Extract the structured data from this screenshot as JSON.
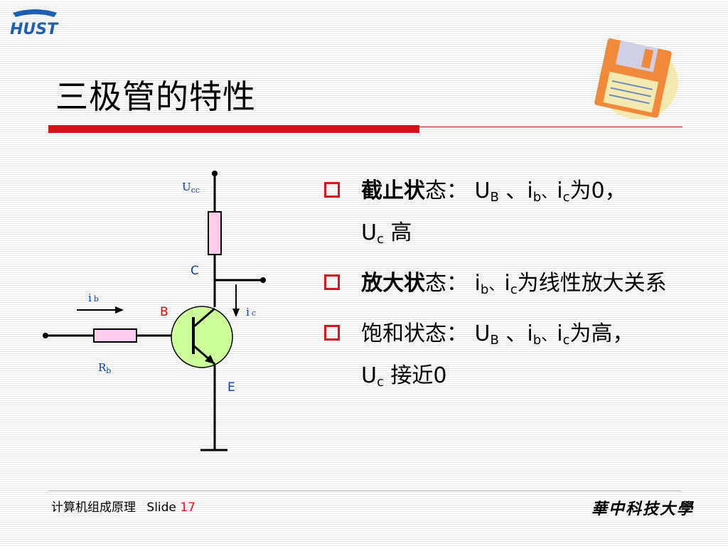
{
  "header": {
    "logo": "HUST",
    "logo_icon": "hust-logo-icon",
    "decor_icon": "floppy-disk-icon",
    "title": "三极管的特性"
  },
  "circuit": {
    "labels": {
      "ucc_main": "U",
      "ucc_sub": "cc",
      "c": "C",
      "b": "B",
      "e": "E",
      "ib_main": "i",
      "ib_sub": "b",
      "ic_main": "i",
      "ic_sub": "c",
      "rb_main": "R",
      "rb_sub": "b"
    },
    "colors": {
      "transistor_fill": "#ccff99",
      "resistor_fill": "#ffccee",
      "label_blue": "#0b3da6",
      "label_red": "#e60000"
    }
  },
  "bullets": [
    {
      "head_bold": "截止状",
      "head_thin": "态：",
      "u1": "U",
      "u1_sub": "B",
      "sep1": "、",
      "i1": "i",
      "i1_sub": "b",
      "sep2": "、",
      "i2": "i",
      "i2_sub": "c",
      "text1": "为",
      "zero": "0",
      "comma": "，",
      "u2": "U",
      "u2_sub": "c",
      "text2": " 高"
    },
    {
      "head_bold": "放大状",
      "head_thin": "态：",
      "i1": "i",
      "i1_sub": "b",
      "sep1": "、",
      "i2": "i",
      "i2_sub": "c",
      "text1": "为线性放大关系"
    },
    {
      "head": "饱和状态：",
      "u1": "U",
      "u1_sub": "B",
      "sep1": "、",
      "i1": "i",
      "i1_sub": "b",
      "sep2": "、",
      "i2": "i",
      "i2_sub": "c",
      "text1": "为高，",
      "u2": "U",
      "u2_sub": "c",
      "text2": " 接近",
      "zero": "0"
    }
  ],
  "footer": {
    "course": "计算机组成原理",
    "slide_label": "Slide",
    "slide_number": "17",
    "university": "華中科技大學"
  },
  "colors": {
    "accent_red": "#d4131a"
  }
}
